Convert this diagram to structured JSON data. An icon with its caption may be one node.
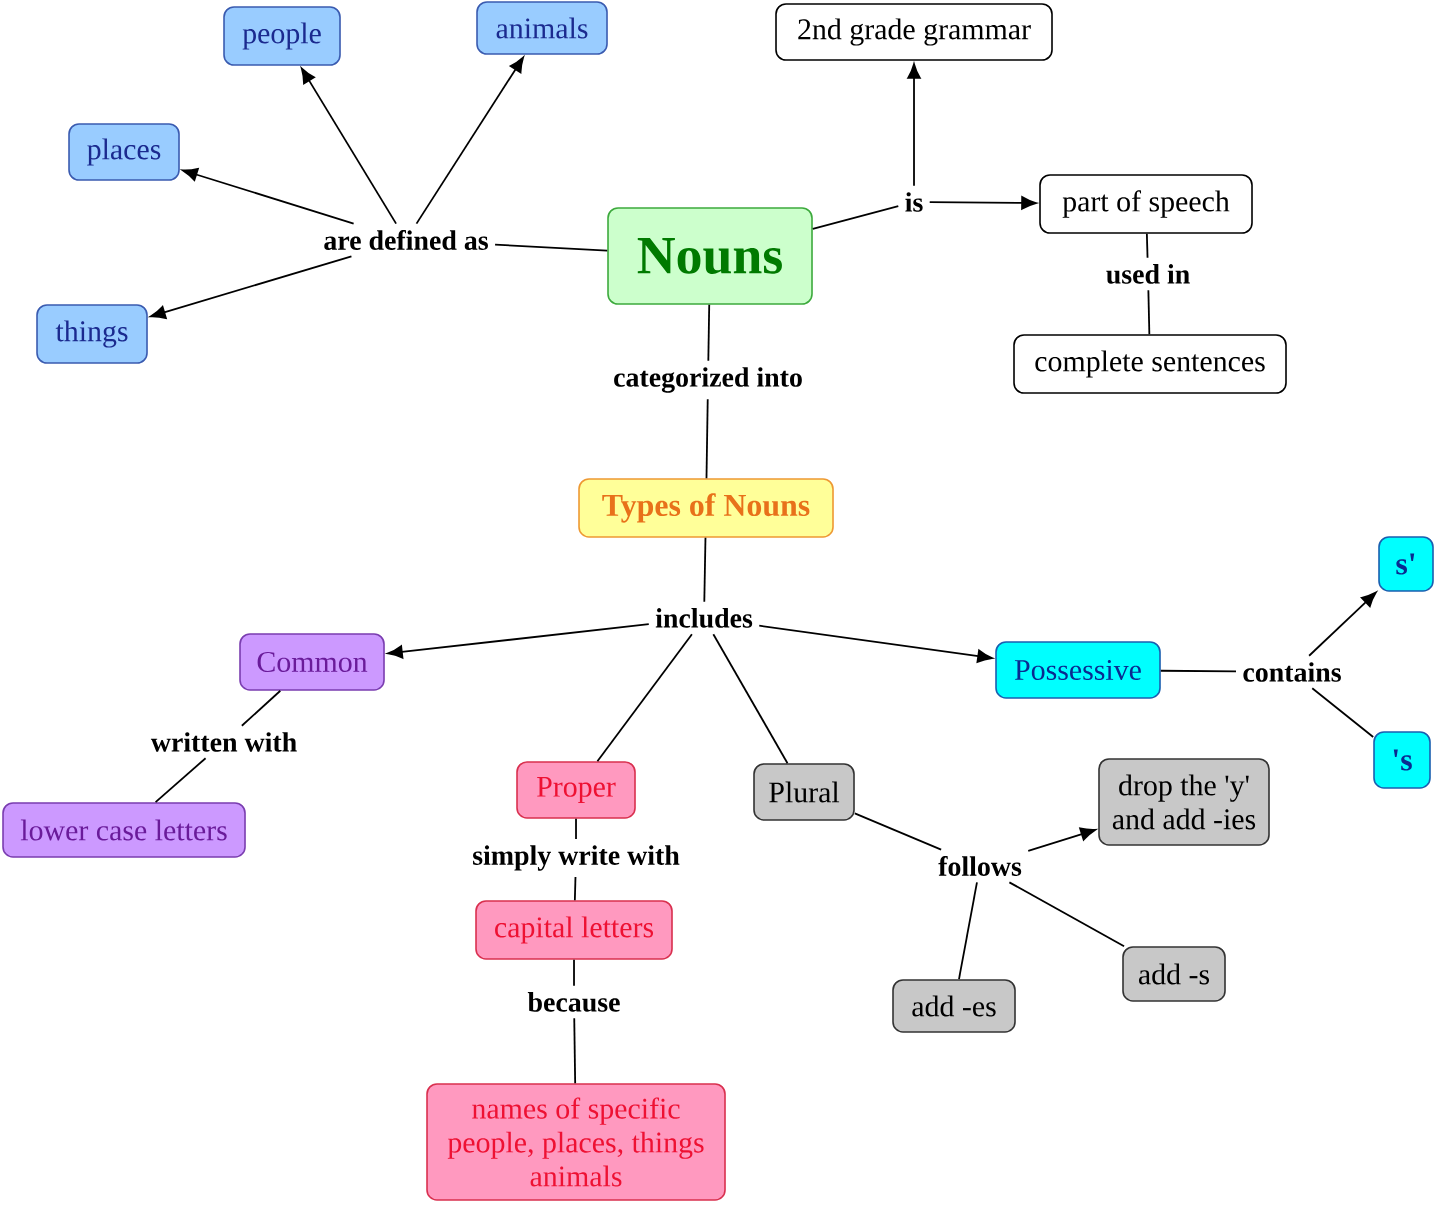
{
  "diagram": {
    "nodes": [
      {
        "text": [
          "people"
        ]
      },
      {
        "text": [
          "animals"
        ]
      },
      {
        "text": [
          "2nd grade grammar"
        ]
      },
      {
        "text": [
          "places"
        ]
      },
      {
        "text": [
          "are defined as"
        ]
      },
      {
        "text": [
          "Nouns"
        ]
      },
      {
        "text": [
          "is"
        ]
      },
      {
        "text": [
          "part of speech"
        ]
      },
      {
        "text": [
          "used in"
        ]
      },
      {
        "text": [
          "things"
        ]
      },
      {
        "text": [
          "complete sentences"
        ]
      },
      {
        "text": [
          "categorized into"
        ]
      },
      {
        "text": [
          "Types of Nouns"
        ]
      },
      {
        "text": [
          "includes"
        ]
      },
      {
        "text": [
          "s'"
        ]
      },
      {
        "text": [
          "Common"
        ]
      },
      {
        "text": [
          "Possessive"
        ]
      },
      {
        "text": [
          "contains"
        ]
      },
      {
        "text": [
          "'s"
        ]
      },
      {
        "text": [
          "written with"
        ]
      },
      {
        "text": [
          "Proper"
        ]
      },
      {
        "text": [
          "Plural"
        ]
      },
      {
        "text": [
          "drop the 'y' and add -ies"
        ]
      },
      {
        "text": [
          "lower case letters"
        ]
      },
      {
        "text": [
          "simply write with"
        ]
      },
      {
        "text": [
          "follows"
        ]
      },
      {
        "text": [
          "capital letters"
        ]
      },
      {
        "text": [
          "because"
        ]
      },
      {
        "text": [
          "add -s"
        ]
      },
      {
        "text": [
          "add -es"
        ]
      },
      {
        "text": [
          "names of specific people, places, things animals"
        ]
      }
    ],
    "edges": [
      {
        "from": 5,
        "to": 4,
        "arrow": "none"
      },
      {
        "from": 4,
        "to": 0,
        "arrow": "to"
      },
      {
        "from": 4,
        "to": 1,
        "arrow": "to"
      },
      {
        "from": 4,
        "to": 3,
        "arrow": "to"
      },
      {
        "from": 4,
        "to": 9,
        "arrow": "to"
      },
      {
        "from": 5,
        "to": 6,
        "arrow": "none"
      },
      {
        "from": 6,
        "to": 2,
        "arrow": "to"
      },
      {
        "from": 6,
        "to": 7,
        "arrow": "to"
      },
      {
        "from": 7,
        "to": 8,
        "arrow": "none"
      },
      {
        "from": 8,
        "to": 10,
        "arrow": "none"
      },
      {
        "from": 5,
        "to": 11,
        "arrow": "none"
      },
      {
        "from": 11,
        "to": 12,
        "arrow": "none"
      },
      {
        "from": 12,
        "to": 13,
        "arrow": "none"
      },
      {
        "from": 13,
        "to": 15,
        "arrow": "to"
      },
      {
        "from": 13,
        "to": 16,
        "arrow": "to"
      },
      {
        "from": 13,
        "to": 20,
        "arrow": "none"
      },
      {
        "from": 13,
        "to": 21,
        "arrow": "none"
      },
      {
        "from": 16,
        "to": 17,
        "arrow": "none"
      },
      {
        "from": 17,
        "to": 14,
        "arrow": "to"
      },
      {
        "from": 17,
        "to": 18,
        "arrow": "none"
      },
      {
        "from": 15,
        "to": 19,
        "arrow": "none"
      },
      {
        "from": 19,
        "to": 23,
        "arrow": "none"
      },
      {
        "from": 20,
        "to": 24,
        "arrow": "none"
      },
      {
        "from": 24,
        "to": 26,
        "arrow": "none"
      },
      {
        "from": 26,
        "to": 27,
        "arrow": "none"
      },
      {
        "from": 27,
        "to": 30,
        "arrow": "none"
      },
      {
        "from": 21,
        "to": 25,
        "arrow": "none"
      },
      {
        "from": 25,
        "to": 22,
        "arrow": "to"
      },
      {
        "from": 25,
        "to": 28,
        "arrow": "none"
      },
      {
        "from": 25,
        "to": 29,
        "arrow": "none"
      }
    ]
  }
}
